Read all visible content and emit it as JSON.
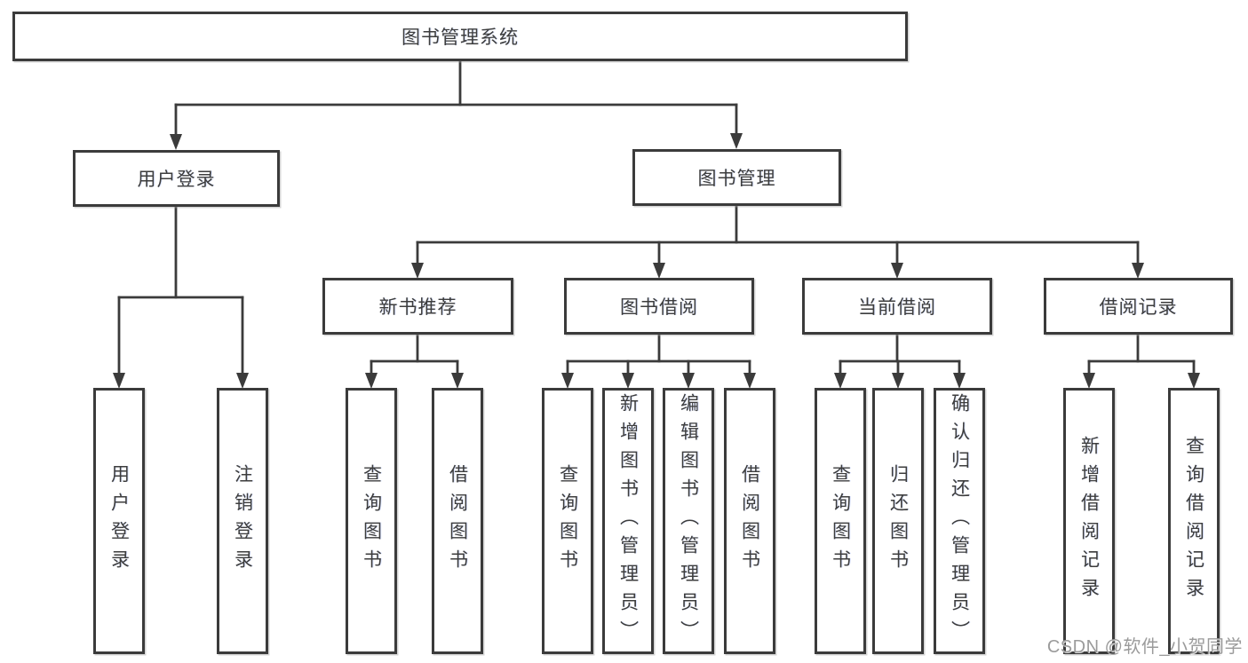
{
  "colors": {
    "line": "#3b3b3b",
    "box_border": "#3b3b3b",
    "text": "#3d3d3d",
    "watermark": "#9b9b9b",
    "background": "#ffffff"
  },
  "watermark": {
    "text": "CSDN @软件_小贺同学"
  },
  "tree": {
    "label": "图书管理系统",
    "children": [
      {
        "label": "用户登录",
        "children": [
          {
            "label": "用户登录"
          },
          {
            "label": "注销登录"
          }
        ]
      },
      {
        "label": "图书管理",
        "children": [
          {
            "label": "新书推荐",
            "children": [
              {
                "label": "查询图书"
              },
              {
                "label": "借阅图书"
              }
            ]
          },
          {
            "label": "图书借阅",
            "children": [
              {
                "label": "查询图书"
              },
              {
                "label": "新增图书（管理员）"
              },
              {
                "label": "编辑图书（管理员）"
              },
              {
                "label": "借阅图书"
              }
            ]
          },
          {
            "label": "当前借阅",
            "children": [
              {
                "label": "查询图书"
              },
              {
                "label": "归还图书"
              },
              {
                "label": "确认归还（管理员）"
              }
            ]
          },
          {
            "label": "借阅记录",
            "children": [
              {
                "label": "新增借阅记录"
              },
              {
                "label": "查询借阅记录"
              }
            ]
          }
        ]
      }
    ]
  }
}
